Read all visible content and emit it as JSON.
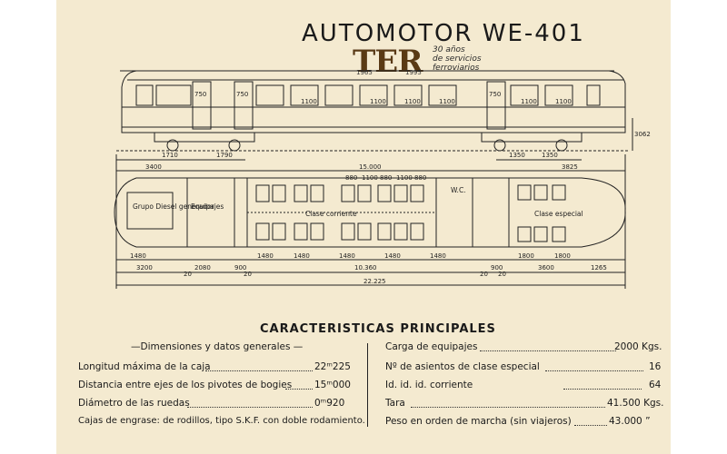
{
  "title": "AUTOMOTOR WE-401",
  "logo": {
    "mark": "TER",
    "line1": "30 años",
    "line2": "de servicios",
    "line3": "ferroviarios",
    "year_start": "1965",
    "year_end": "1995"
  },
  "elevation": {
    "window_labels": [
      "1100",
      "1100",
      "1100",
      "1100",
      "1100",
      "1100"
    ],
    "door_labels": [
      "750",
      "750",
      "750"
    ],
    "height_label": "3062",
    "dims_left": [
      "1710",
      "1790"
    ],
    "dims_right": [
      "1350",
      "1350"
    ]
  },
  "plan": {
    "top_dims": {
      "left": "3400",
      "total": "15.000",
      "right": "3825"
    },
    "seat_dims": [
      "880",
      "1100",
      "880",
      "1100",
      "880"
    ],
    "rooms": {
      "engine": "Grupo Diesel generador",
      "baggage": "Equipajes",
      "main": "Clase corriente",
      "special": "Clase especial",
      "wc": "W.C."
    },
    "bottom_dims_1": [
      "1480",
      "1480",
      "1480",
      "1480",
      "1480",
      "1480",
      "1800",
      "1800"
    ],
    "bottom_dims_2": {
      "a": "3200",
      "b": "2080",
      "c": "900",
      "d": "10.360",
      "e": "900",
      "f": "3600",
      "g": "1265"
    },
    "small_20": "20",
    "overall": "22.225"
  },
  "specs": {
    "heading": "CARACTERISTICAS  PRINCIPALES",
    "subheading": "—Dimensiones y datos generales —",
    "left": [
      {
        "label": "Longitud máxima de la caja",
        "value": "22ᵐ225"
      },
      {
        "label": "Distancia entre ejes de los pivotes de bogies",
        "value": "15ᵐ000"
      },
      {
        "label": "Diámetro de las ruedas",
        "value": "0ᵐ920"
      },
      {
        "label": "Cajas de engrase: de rodillos, tipo S.K.F. con doble rodamiento.",
        "value": ""
      }
    ],
    "right": [
      {
        "label": "Carga de equipajes",
        "value": "2000 Kgs."
      },
      {
        "label": "Nº de asientos de clase especial",
        "value": "16"
      },
      {
        "label": "Id.        id.        id.    corriente",
        "value": "64"
      },
      {
        "label": "Tara",
        "value": "41.500  Kgs."
      },
      {
        "label": "Peso en orden de marcha (sin viajeros)",
        "value": "43.000    ”"
      }
    ]
  }
}
